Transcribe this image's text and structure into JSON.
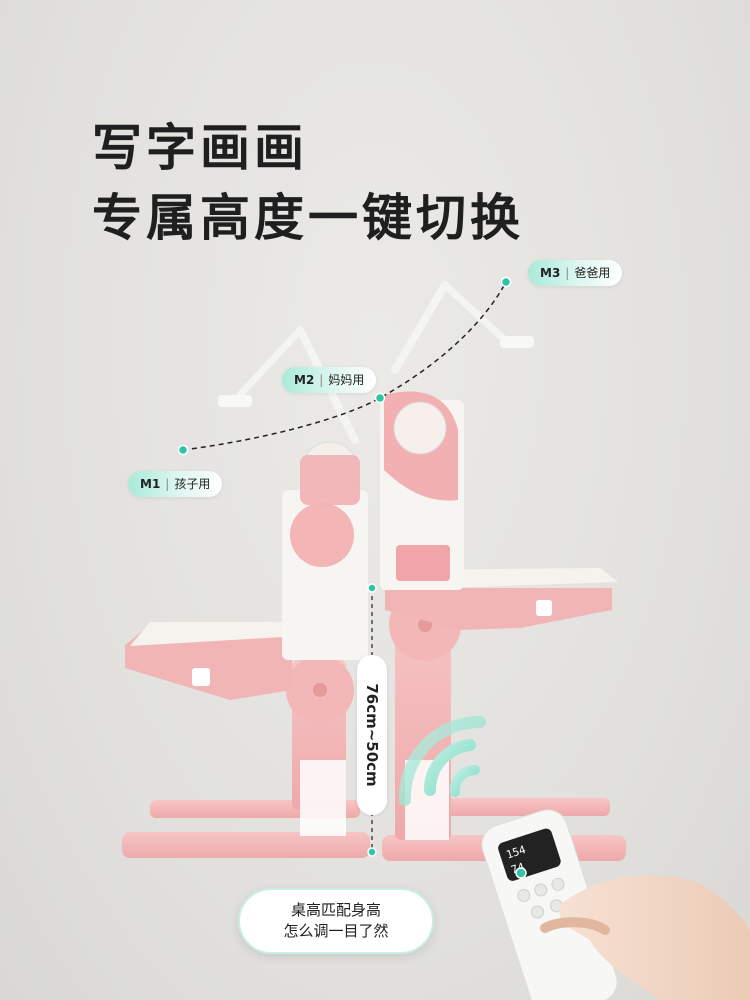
{
  "headline": {
    "line1": "写字画画",
    "line2": "专属高度一键切换"
  },
  "modes": [
    {
      "code": "M3",
      "user": "爸爸用"
    },
    {
      "code": "M2",
      "user": "妈妈用"
    },
    {
      "code": "M1",
      "user": "孩子用"
    }
  ],
  "mode_separator": "|",
  "height_range": "76cm~50cm",
  "note": {
    "line1": "桌高匹配身高",
    "line2": "怎么调一目了然"
  },
  "remote_display": {
    "top": "154",
    "bottom": "74"
  },
  "colors": {
    "pink": "#f2b6b7",
    "teal_accent": "#2fc4a8",
    "background": "#e3e2df"
  }
}
